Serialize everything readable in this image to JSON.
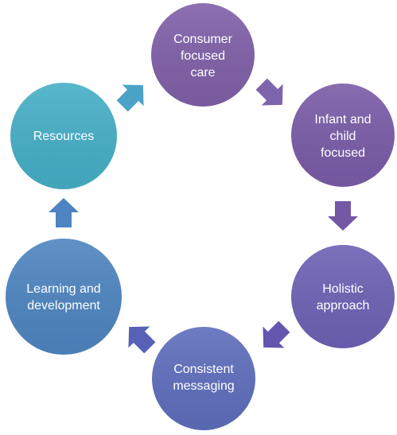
{
  "diagram": {
    "nodes": [
      {
        "id": "consumer",
        "lines": [
          "Consumer",
          "focused",
          "care"
        ],
        "color": "#8060A8"
      },
      {
        "id": "infant",
        "lines": [
          "Infant and",
          "child",
          "focused"
        ],
        "color": "#7A5CA8"
      },
      {
        "id": "holistic",
        "lines": [
          "Holistic",
          "approach"
        ],
        "color": "#6D62B4"
      },
      {
        "id": "consistent",
        "lines": [
          "Consistent",
          "messaging"
        ],
        "color": "#5E6EBC"
      },
      {
        "id": "learning",
        "lines": [
          "Learning and",
          "development"
        ],
        "color": "#4E85C0"
      },
      {
        "id": "resources",
        "lines": [
          "Resources"
        ],
        "color": "#46AFC6"
      }
    ],
    "arrow_colors": [
      "#7E64AC",
      "#7358A6",
      "#6455AE",
      "#5762B6",
      "#4E84C2",
      "#4BA4C8"
    ]
  }
}
